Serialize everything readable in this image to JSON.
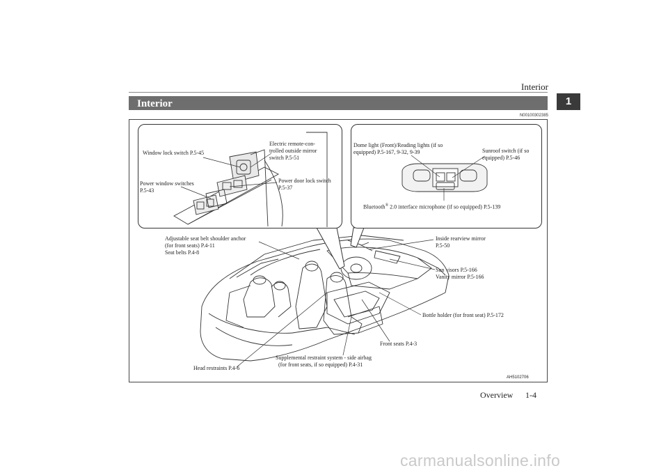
{
  "header": {
    "title": "Interior",
    "chapter_tab": "1"
  },
  "section": {
    "title": "Interior",
    "doc_code": "N00100302385"
  },
  "inset_left": {
    "window_lock": "Window lock switch P.5-45",
    "electric_mirror": "Electric remote-con-\ntrolled outside mirror\nswitch P.5-51",
    "power_window": "Power window switches\nP.5-43",
    "door_lock": "Power door lock switch\nP.5-37"
  },
  "inset_right": {
    "dome_light": "Dome light (Front)/Reading lights (if so\nequipped) P.5-167, 9-32, 9-39",
    "sunroof": "Sunroof switch (if so\nequipped) P.5-46",
    "bluetooth_prefix": "Bluetooth",
    "bluetooth_sup": "®",
    "bluetooth_rest": " 2.0 interface microphone (if so equipped) P.5-139"
  },
  "main_labels": {
    "seat_belt": "Adjustable seat belt shoulder anchor\n(for front seats) P.4-11\nSeat belts P.4-8",
    "rearview": "Inside rearview mirror\nP.5-50",
    "sun_visors": "Sun visors P.5-166\nVanity mirror P.5-166",
    "bottle_holder": "Bottle holder (for front seat) P.5-172",
    "front_seats": "Front seats P.4-3",
    "srs": "Supplemental restraint system - side airbag\n  (for front seats, if so equipped) P.4-31",
    "head_restraints": "Head restraints P.4-6"
  },
  "figure_code": "AH5102706",
  "footer": {
    "section": "Overview",
    "page": "1-4"
  },
  "watermark": "carmanualsonline.info"
}
